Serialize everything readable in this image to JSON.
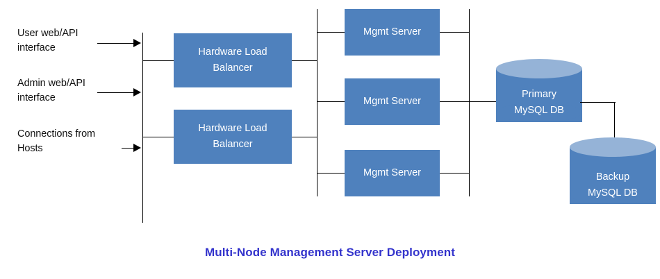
{
  "diagram": {
    "title": "Multi-Node Management Server Deployment",
    "title_color": "#3333cc",
    "background": "#ffffff",
    "node_fill": "#4f81bd",
    "node_text_color": "#ffffff",
    "cylinder_top_fill": "#95b3d7",
    "line_color": "#000000",
    "caption_color": "#111111"
  },
  "inputs": [
    {
      "label": "User web/API\ninterface"
    },
    {
      "label": "Admin web/API\ninterface"
    },
    {
      "label": "Connections from\nHosts"
    }
  ],
  "load_balancers": [
    {
      "label": "Hardware Load\nBalancer"
    },
    {
      "label": "Hardware Load\nBalancer"
    }
  ],
  "mgmt_servers": [
    {
      "label": "Mgmt Server"
    },
    {
      "label": "Mgmt Server"
    },
    {
      "label": "Mgmt Server"
    }
  ],
  "databases": [
    {
      "label": "Primary\nMySQL DB",
      "role": "primary"
    },
    {
      "label": "Backup\nMySQL DB",
      "role": "backup"
    }
  ]
}
